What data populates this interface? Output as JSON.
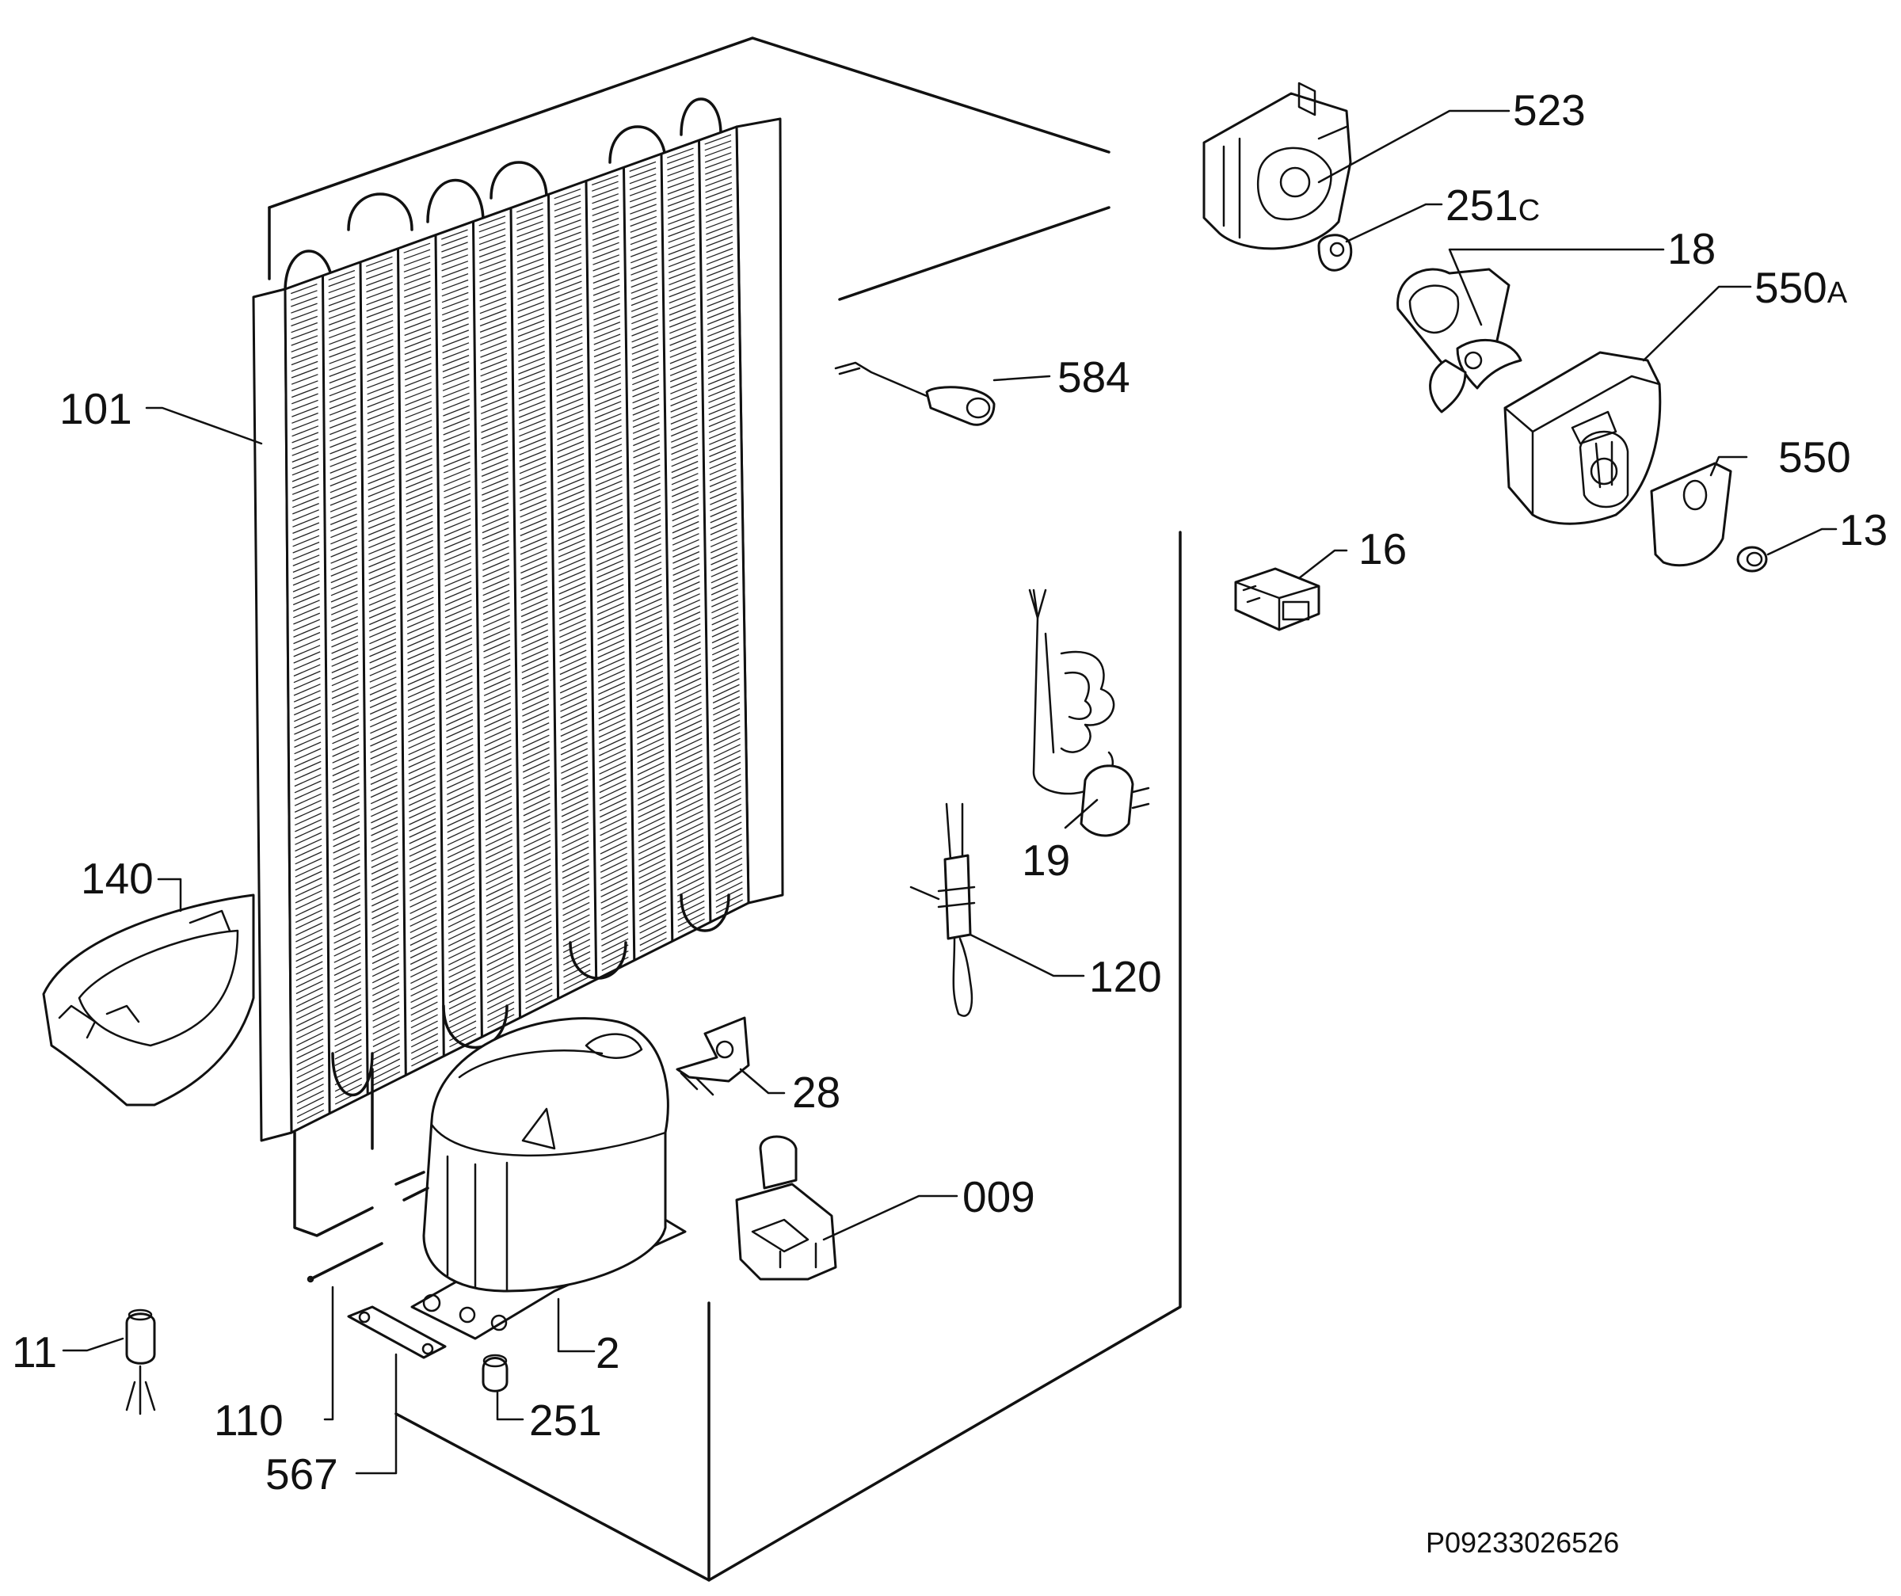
{
  "diagram": {
    "document_code": "P09233026526",
    "labels": {
      "p523": "523",
      "p251c_num": "251",
      "p251c_suffix": "C",
      "p18": "18",
      "p550a_num": "550",
      "p550a_suffix": "A",
      "p584": "584",
      "p101": "101",
      "p550": "550",
      "p13": "13",
      "p16": "16",
      "p19": "19",
      "p140": "140",
      "p120": "120",
      "p28": "28",
      "p009": "009",
      "p11": "11",
      "p2": "2",
      "p251": "251",
      "p110": "110",
      "p567": "567"
    }
  }
}
